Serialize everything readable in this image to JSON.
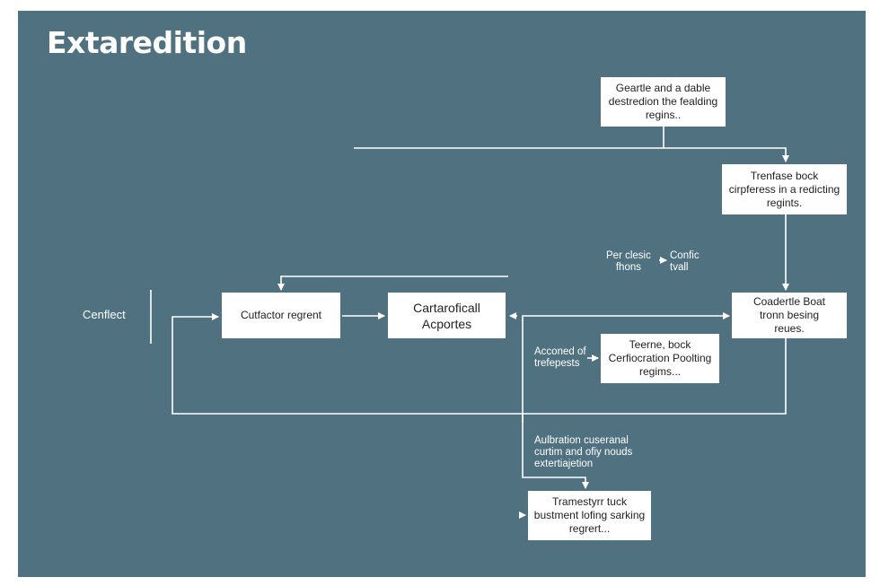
{
  "title": "Extaredition",
  "left_label": "Cenflect",
  "nodes": {
    "top": [
      "Geartle and a dable",
      "destredion the fealding",
      "regins.."
    ],
    "right_upper": [
      "Trenfase bock",
      "cirpferess in a redicting",
      "regints."
    ],
    "right_lower": [
      "Coadertle Boat",
      "tronn besing",
      "reues."
    ],
    "cutfactor": [
      "Cutfactor regrent"
    ],
    "cartarofical": [
      "Cartaroficall",
      "Acportes"
    ],
    "middle": [
      "Teerne, bock",
      "Cerfiocration Poolting",
      "regims..."
    ],
    "bottom": [
      "Tramestyrr tuck",
      "bustment lofing sarking",
      "regrert..."
    ]
  },
  "labels": {
    "per_classic": [
      "Per clesic",
      "fhons"
    ],
    "config": [
      "Confic",
      "tvall"
    ],
    "accord": [
      "Acconed of",
      "trefepests"
    ],
    "authorization": [
      "Aulbration cuseranal",
      "curtim and ofiy nouds",
      "extertiajetion"
    ]
  },
  "colors": {
    "background": "#4f7180",
    "node_fill": "#ffffff",
    "line": "#ffffff"
  }
}
